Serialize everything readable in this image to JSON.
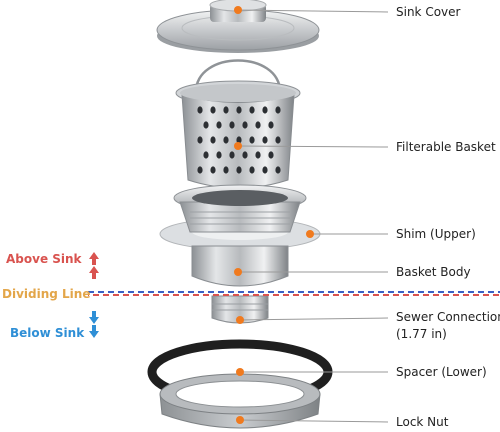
{
  "colors": {
    "leader_line": "#9a9a9a",
    "callout_dot": "#f07a1e",
    "above": "#d9534f",
    "dividing": "#e3a64a",
    "below": "#2f8fd6",
    "divider_blue": "#3b5fc4",
    "divider_red": "#d9534f"
  },
  "side_labels": {
    "above": "Above Sink",
    "dividing": "Dividing Line",
    "below": "Below Sink"
  },
  "parts": [
    {
      "id": "sink-cover",
      "label": "Sink Cover"
    },
    {
      "id": "filterable-basket",
      "label": "Filterable Basket"
    },
    {
      "id": "shim-upper",
      "label": "Shim (Upper)"
    },
    {
      "id": "basket-body",
      "label": "Basket Body"
    },
    {
      "id": "sewer-connection",
      "label": "Sewer Connection",
      "sub": "(1.77 in)"
    },
    {
      "id": "spacer-lower",
      "label": "Spacer (Lower)"
    },
    {
      "id": "lock-nut",
      "label": "Lock Nut"
    }
  ]
}
